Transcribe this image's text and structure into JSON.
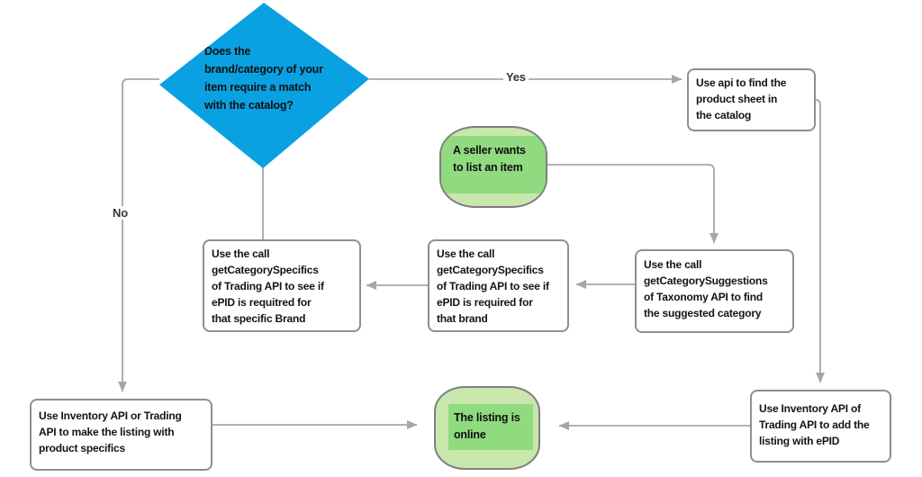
{
  "colors": {
    "diamond_fill": "#0aa1e2",
    "green_light": "#c9e7ac",
    "green_medium": "#90da7f",
    "box_border": "#8f8f8f",
    "line_color": "#a6a6a6",
    "text_color": "#141414",
    "label_color": "#333333"
  },
  "labels": {
    "yes": "Yes",
    "no": "No"
  },
  "nodes": {
    "decision": {
      "type": "decision",
      "text": "Does the\nbrand/category of your\nitem require a match\nwith the catalog?"
    },
    "seller_start": {
      "type": "terminator",
      "text": "A seller wants\nto list an item"
    },
    "find_product_sheet": {
      "type": "process",
      "text": "Use api to find the\nproduct sheet in\nthe catalog"
    },
    "category_suggestions": {
      "type": "process",
      "text": "Use the call\ngetCategorySuggestions\nof Taxonomy API to find\nthe suggested category"
    },
    "category_specifics_brand": {
      "type": "process",
      "text": "Use the call\ngetCategorySpecifics\nof Trading API to see if\nePID is required for\nthat brand"
    },
    "category_specifics_specific_brand": {
      "type": "process",
      "text": "Use the call\ngetCategorySpecifics\nof Trading API to see if\nePID is requitred for\nthat specific Brand"
    },
    "make_listing_product_specifics": {
      "type": "process",
      "text": "Use Inventory API or Trading\nAPI to make the listing with\nproduct specifics"
    },
    "add_listing_epid": {
      "type": "process",
      "text": "Use Inventory API of\nTrading API to add the\nlisting with ePID"
    },
    "listing_online": {
      "type": "terminator",
      "text": "The listing is\nonline"
    }
  },
  "edges": [
    {
      "from": "decision",
      "to": "find_product_sheet",
      "label": "Yes"
    },
    {
      "from": "find_product_sheet",
      "to": "add_listing_epid",
      "label": ""
    },
    {
      "from": "seller_start",
      "to": "category_suggestions",
      "label": ""
    },
    {
      "from": "category_suggestions",
      "to": "category_specifics_brand",
      "label": ""
    },
    {
      "from": "category_specifics_brand",
      "to": "category_specifics_specific_brand",
      "label": ""
    },
    {
      "from": "category_specifics_specific_brand",
      "to": "decision",
      "label": ""
    },
    {
      "from": "decision",
      "to": "make_listing_product_specifics",
      "label": "No"
    },
    {
      "from": "make_listing_product_specifics",
      "to": "listing_online",
      "label": ""
    },
    {
      "from": "add_listing_epid",
      "to": "listing_online",
      "label": ""
    }
  ]
}
